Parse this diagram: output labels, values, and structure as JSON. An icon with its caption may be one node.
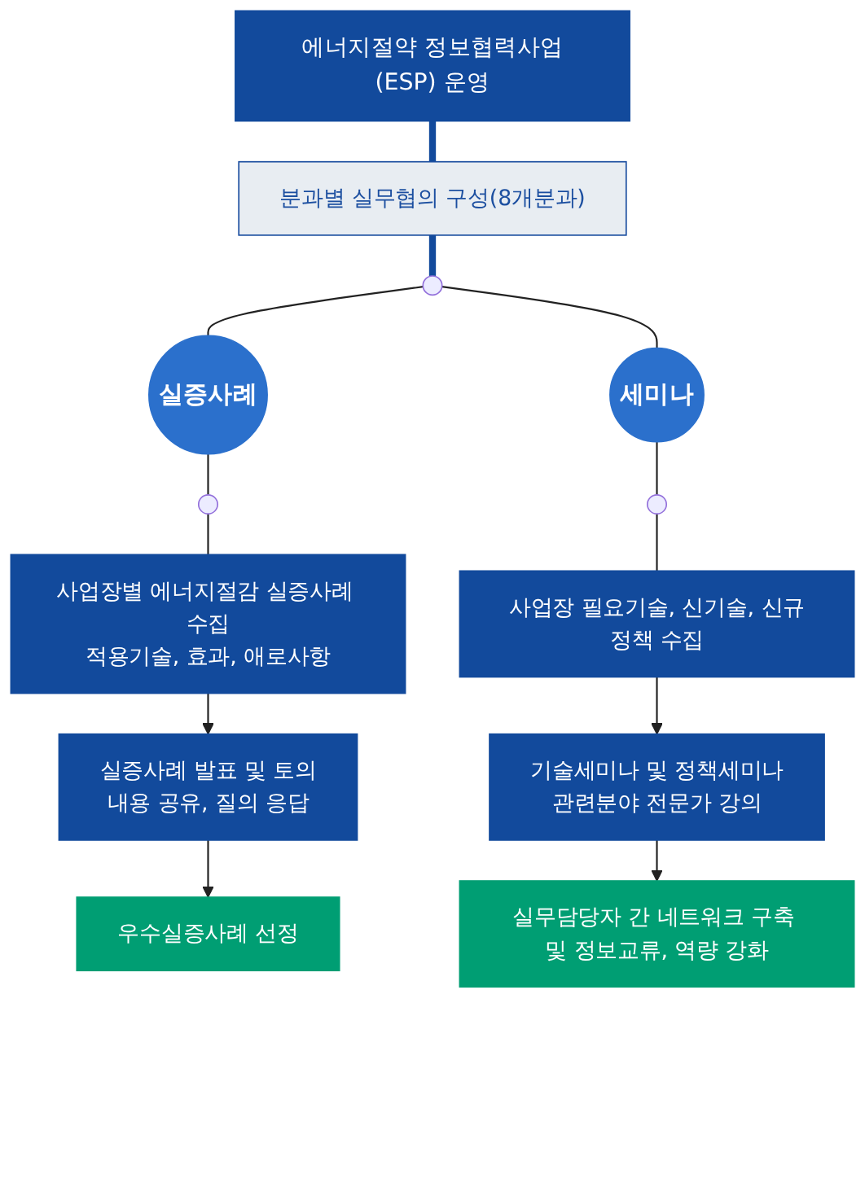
{
  "diagram": {
    "nodes": [
      {
        "text": [
          "에너지절약 정보협력사업(ESP) 운영"
        ]
      },
      {
        "text": [
          "분과별 실무협의 구성(8개분과)"
        ]
      },
      {
        "text": [],
        "shape": "circle"
      },
      {
        "text": [
          "실증사례"
        ]
      },
      {
        "text": [
          "세미나"
        ]
      },
      {
        "text": [],
        "shape": "circle"
      },
      {
        "text": [],
        "shape": "circle"
      },
      {
        "text": [
          "사업장별 에너지절감 실증사례 수집",
          "적용기술, 효과, 애로사항"
        ]
      },
      {
        "text": [
          "사업장 필요기술, 신기술, 신규정책 수집"
        ]
      },
      {
        "text": [
          "실증사례 발표 및 토의",
          "내용 공유, 질의 응답"
        ]
      },
      {
        "text": [
          "기술세미나 및 정책세미나",
          "관련분야 전문가 강의"
        ]
      },
      {
        "text": [
          "우수실증사례 선정"
        ]
      },
      {
        "text": [
          "실무담당자 간 네트워크 구축 및 정보교류, 역량 강화"
        ]
      }
    ],
    "edges": [
      {
        "from": 0,
        "to": 1,
        "arrow": "none",
        "style": "thick",
        "color": "#124a9c"
      },
      {
        "from": 1,
        "to": 2,
        "arrow": "none",
        "style": "thick",
        "color": "#124a9c"
      },
      {
        "from": 2,
        "to": 3,
        "arrow": "none"
      },
      {
        "from": 2,
        "to": 4,
        "arrow": "none"
      },
      {
        "from": 3,
        "to": 5,
        "arrow": "none"
      },
      {
        "from": 4,
        "to": 6,
        "arrow": "none"
      },
      {
        "from": 5,
        "to": 7,
        "arrow": "none"
      },
      {
        "from": 6,
        "to": 8,
        "arrow": "none"
      },
      {
        "from": 7,
        "to": 9,
        "arrow": "to"
      },
      {
        "from": 8,
        "to": 10,
        "arrow": "to"
      },
      {
        "from": 9,
        "to": 11,
        "arrow": "to"
      },
      {
        "from": 10,
        "to": 12,
        "arrow": "to"
      }
    ]
  }
}
